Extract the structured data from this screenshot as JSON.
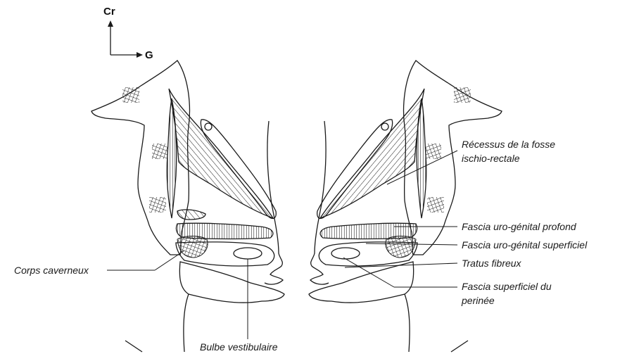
{
  "orientation": {
    "cranial": "Cr",
    "left": "G"
  },
  "labels": {
    "recessus_line1": "Récessus de la fosse",
    "recessus_line2": "ischio-rectale",
    "fascia_profond": "Fascia uro-génital profond",
    "fascia_superficiel": "Fascia uro-génital superficiel",
    "tratus": "Tratus fibreux",
    "fascia_perinee_line1": "Fascia superficiel du",
    "fascia_perinee_line2": "perinée",
    "corps_caverneux": "Corps caverneux",
    "bulbe": "Bulbe vestibulaire"
  },
  "colors": {
    "line": "#1a1a1a",
    "background": "#ffffff"
  }
}
